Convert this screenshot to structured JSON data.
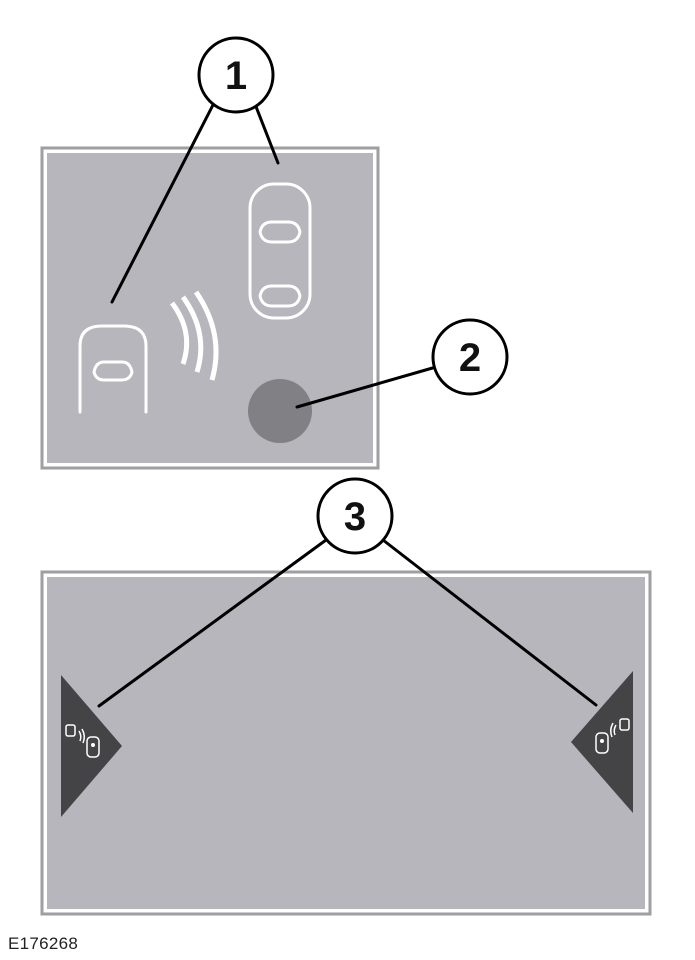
{
  "callouts": [
    {
      "number": "1"
    },
    {
      "number": "2"
    },
    {
      "number": "3"
    }
  ],
  "figure_id": "E176268",
  "colors": {
    "panel_fill": "#b7b6bc",
    "panel_border": "#9e9ea3",
    "indicator": "#808085",
    "alert_triangle": "#444446",
    "icon_white": "#ffffff",
    "leader_line": "#000000"
  },
  "icons": {
    "top_panel": [
      "vehicle-icon",
      "vehicle-icon",
      "radar-wave-icon",
      "indicator-lamp-icon"
    ],
    "bottom_panel": [
      "blind-spot-alert-icon",
      "blind-spot-alert-icon"
    ]
  }
}
